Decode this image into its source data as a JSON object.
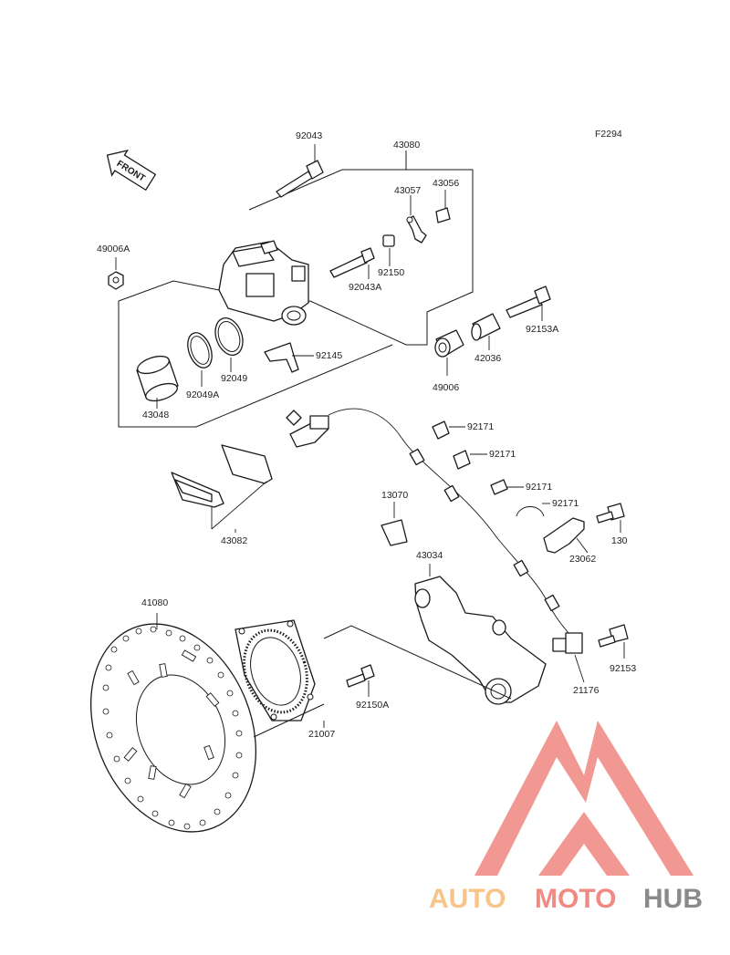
{
  "diagram_code": "F2294",
  "front_label": "FRONT",
  "parts": {
    "p92043": "92043",
    "p43080": "43080",
    "p43057": "43057",
    "p43056": "43056",
    "p49006A": "49006A",
    "p92150": "92150",
    "p92043A": "92043A",
    "p92153A": "92153A",
    "p42036": "42036",
    "p49006": "49006",
    "p92145": "92145",
    "p92049": "92049",
    "p92049A": "92049A",
    "p43048": "43048",
    "p92171a": "92171",
    "p92171b": "92171",
    "p92171c": "92171",
    "p92171d": "92171",
    "p13070": "13070",
    "p43082": "43082",
    "p43034": "43034",
    "p23062": "23062",
    "p130": "130",
    "p41080": "41080",
    "p92153": "92153",
    "p21176": "21176",
    "p92150A": "92150A",
    "p21007": "21007"
  },
  "watermark": {
    "part1": "AUTO",
    "part2": "MOTO",
    "part3": "HUB",
    "color1": "#f7c48a",
    "color2": "#f08b84",
    "color3": "#8a8a8a",
    "logo_color": "#ef8d86"
  }
}
